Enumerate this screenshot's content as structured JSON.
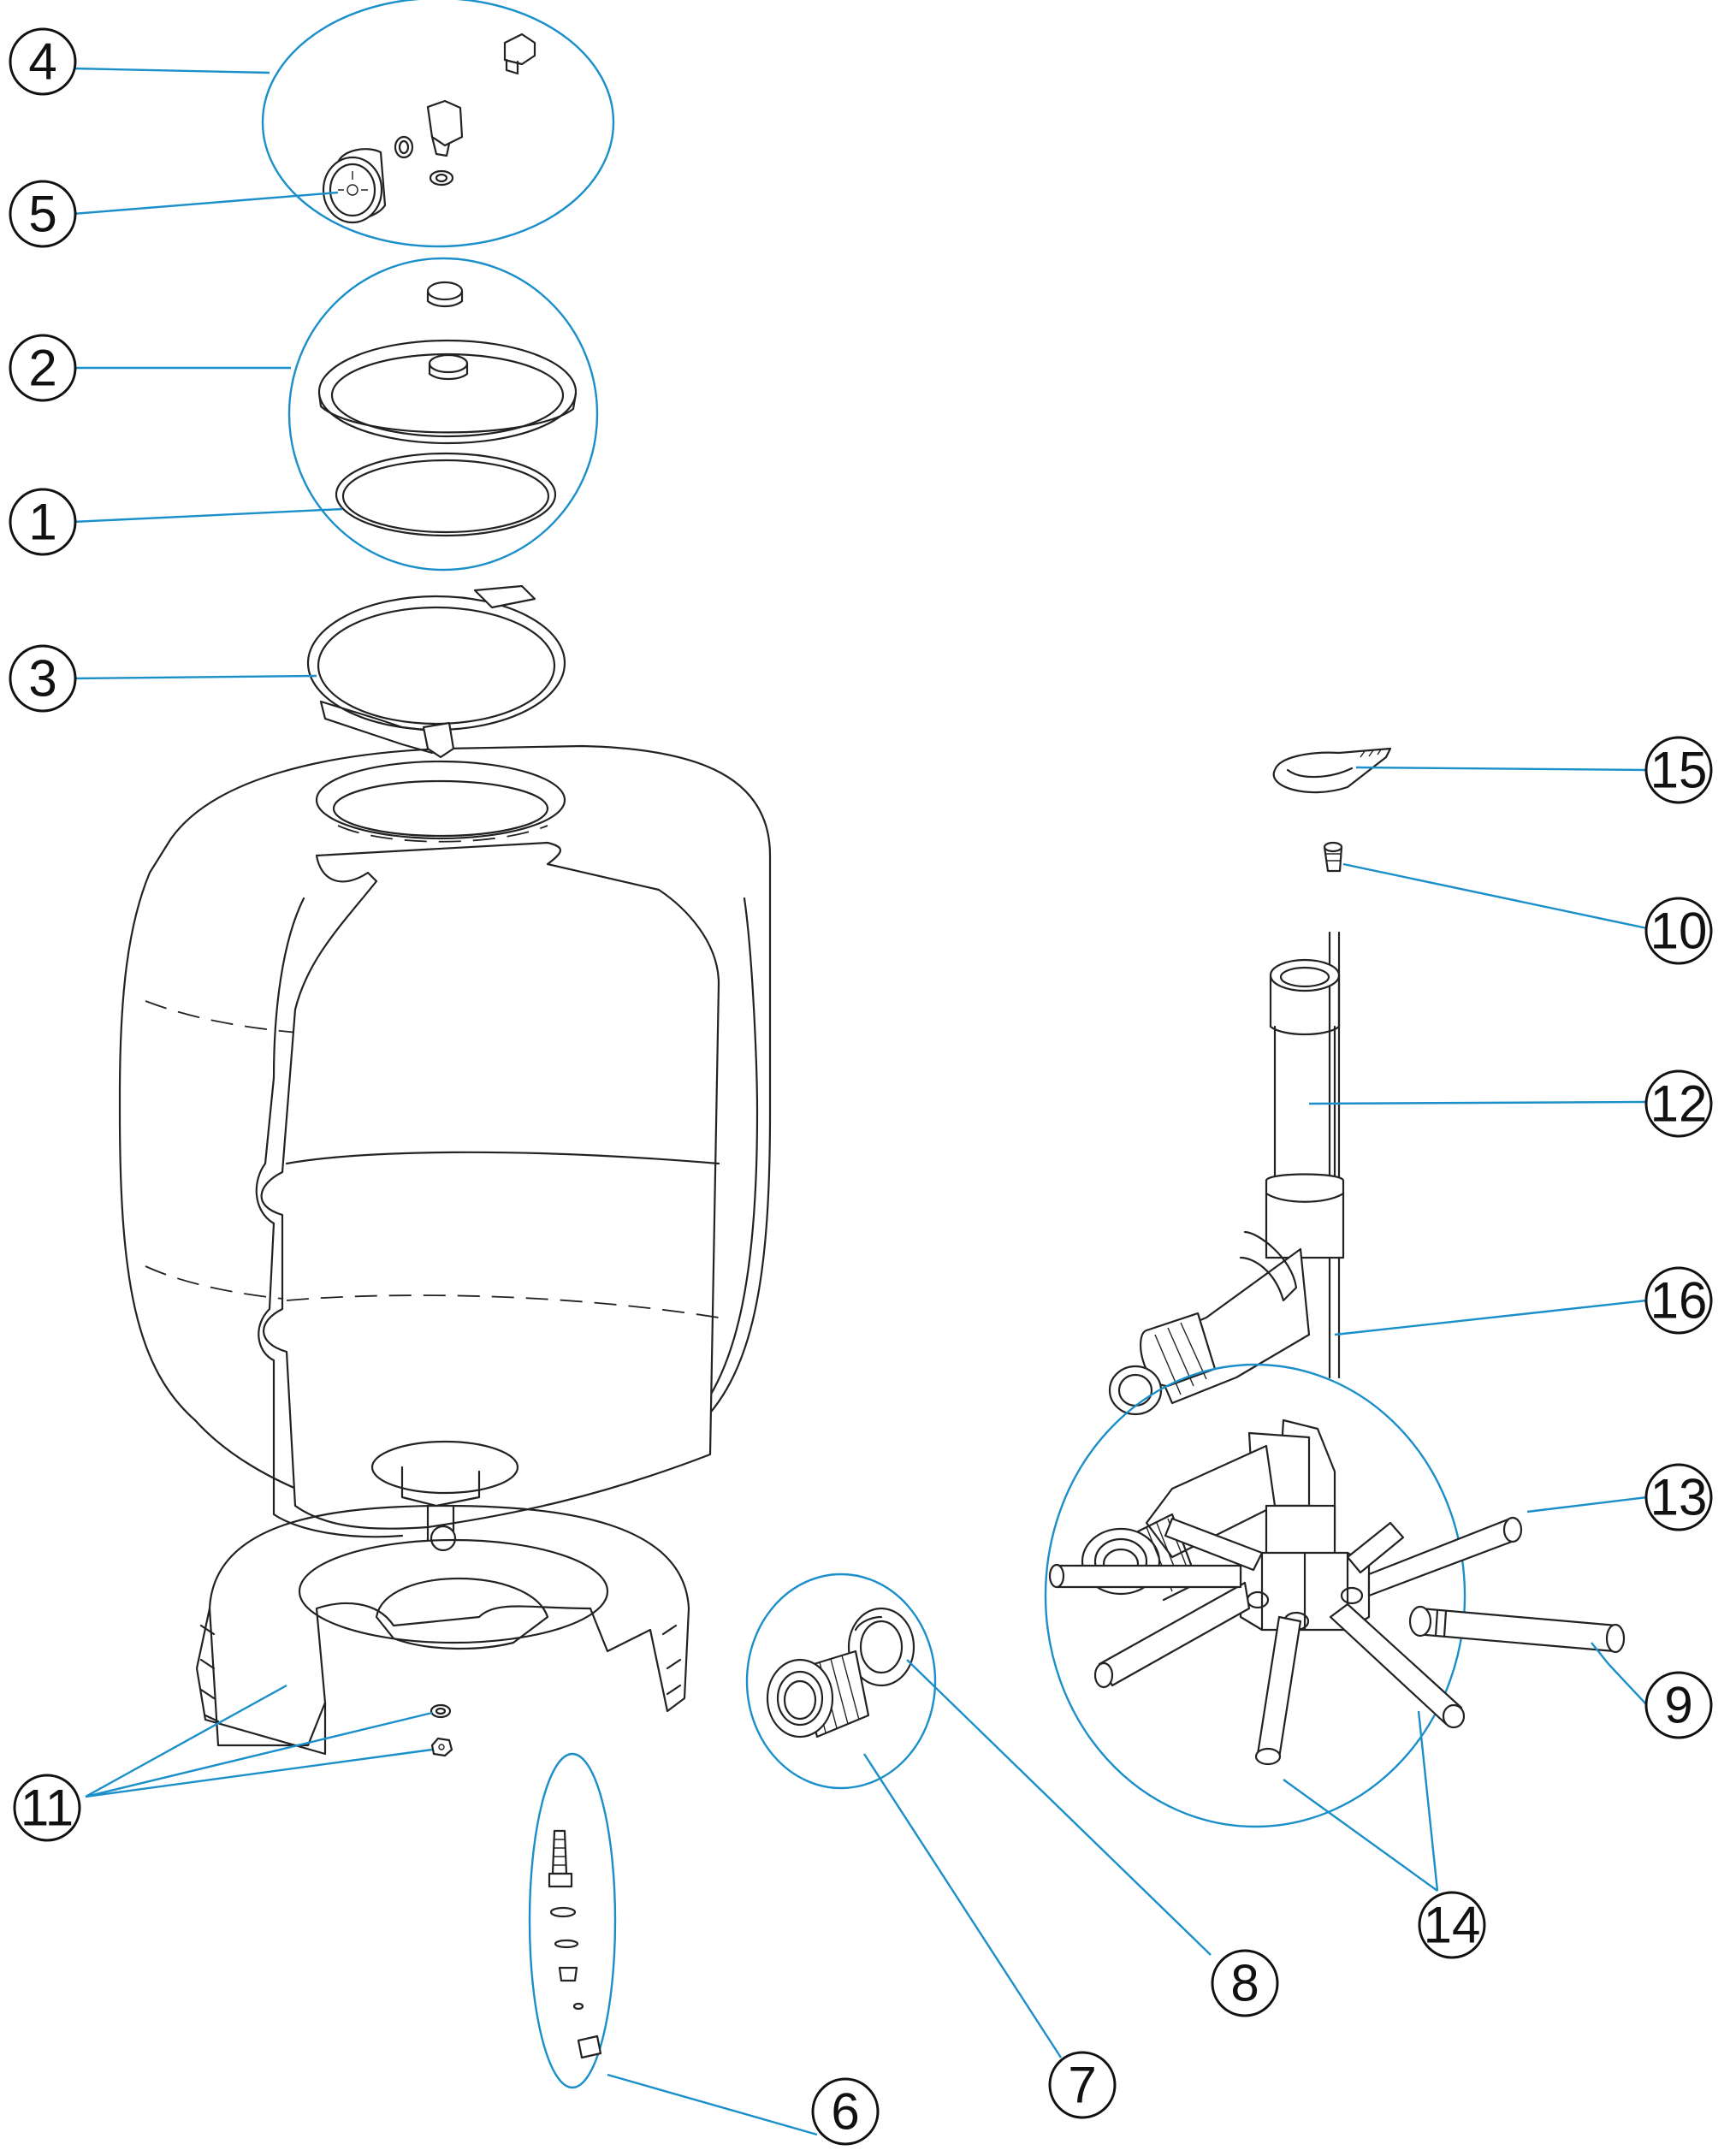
{
  "colors": {
    "leader": "#1a8fc9",
    "outline": "#222222",
    "background": "#ffffff"
  },
  "callouts": [
    {
      "id": "c4",
      "label": "4"
    },
    {
      "id": "c5",
      "label": "5"
    },
    {
      "id": "c2",
      "label": "2"
    },
    {
      "id": "c1",
      "label": "1"
    },
    {
      "id": "c3",
      "label": "3"
    },
    {
      "id": "c15",
      "label": "15"
    },
    {
      "id": "c10",
      "label": "10"
    },
    {
      "id": "c12",
      "label": "12"
    },
    {
      "id": "c16",
      "label": "16"
    },
    {
      "id": "c13",
      "label": "13"
    },
    {
      "id": "c9",
      "label": "9"
    },
    {
      "id": "c14",
      "label": "14"
    },
    {
      "id": "c11",
      "label": "11"
    },
    {
      "id": "c8",
      "label": "8"
    },
    {
      "id": "c7",
      "label": "7"
    },
    {
      "id": "c6",
      "label": "6"
    }
  ]
}
